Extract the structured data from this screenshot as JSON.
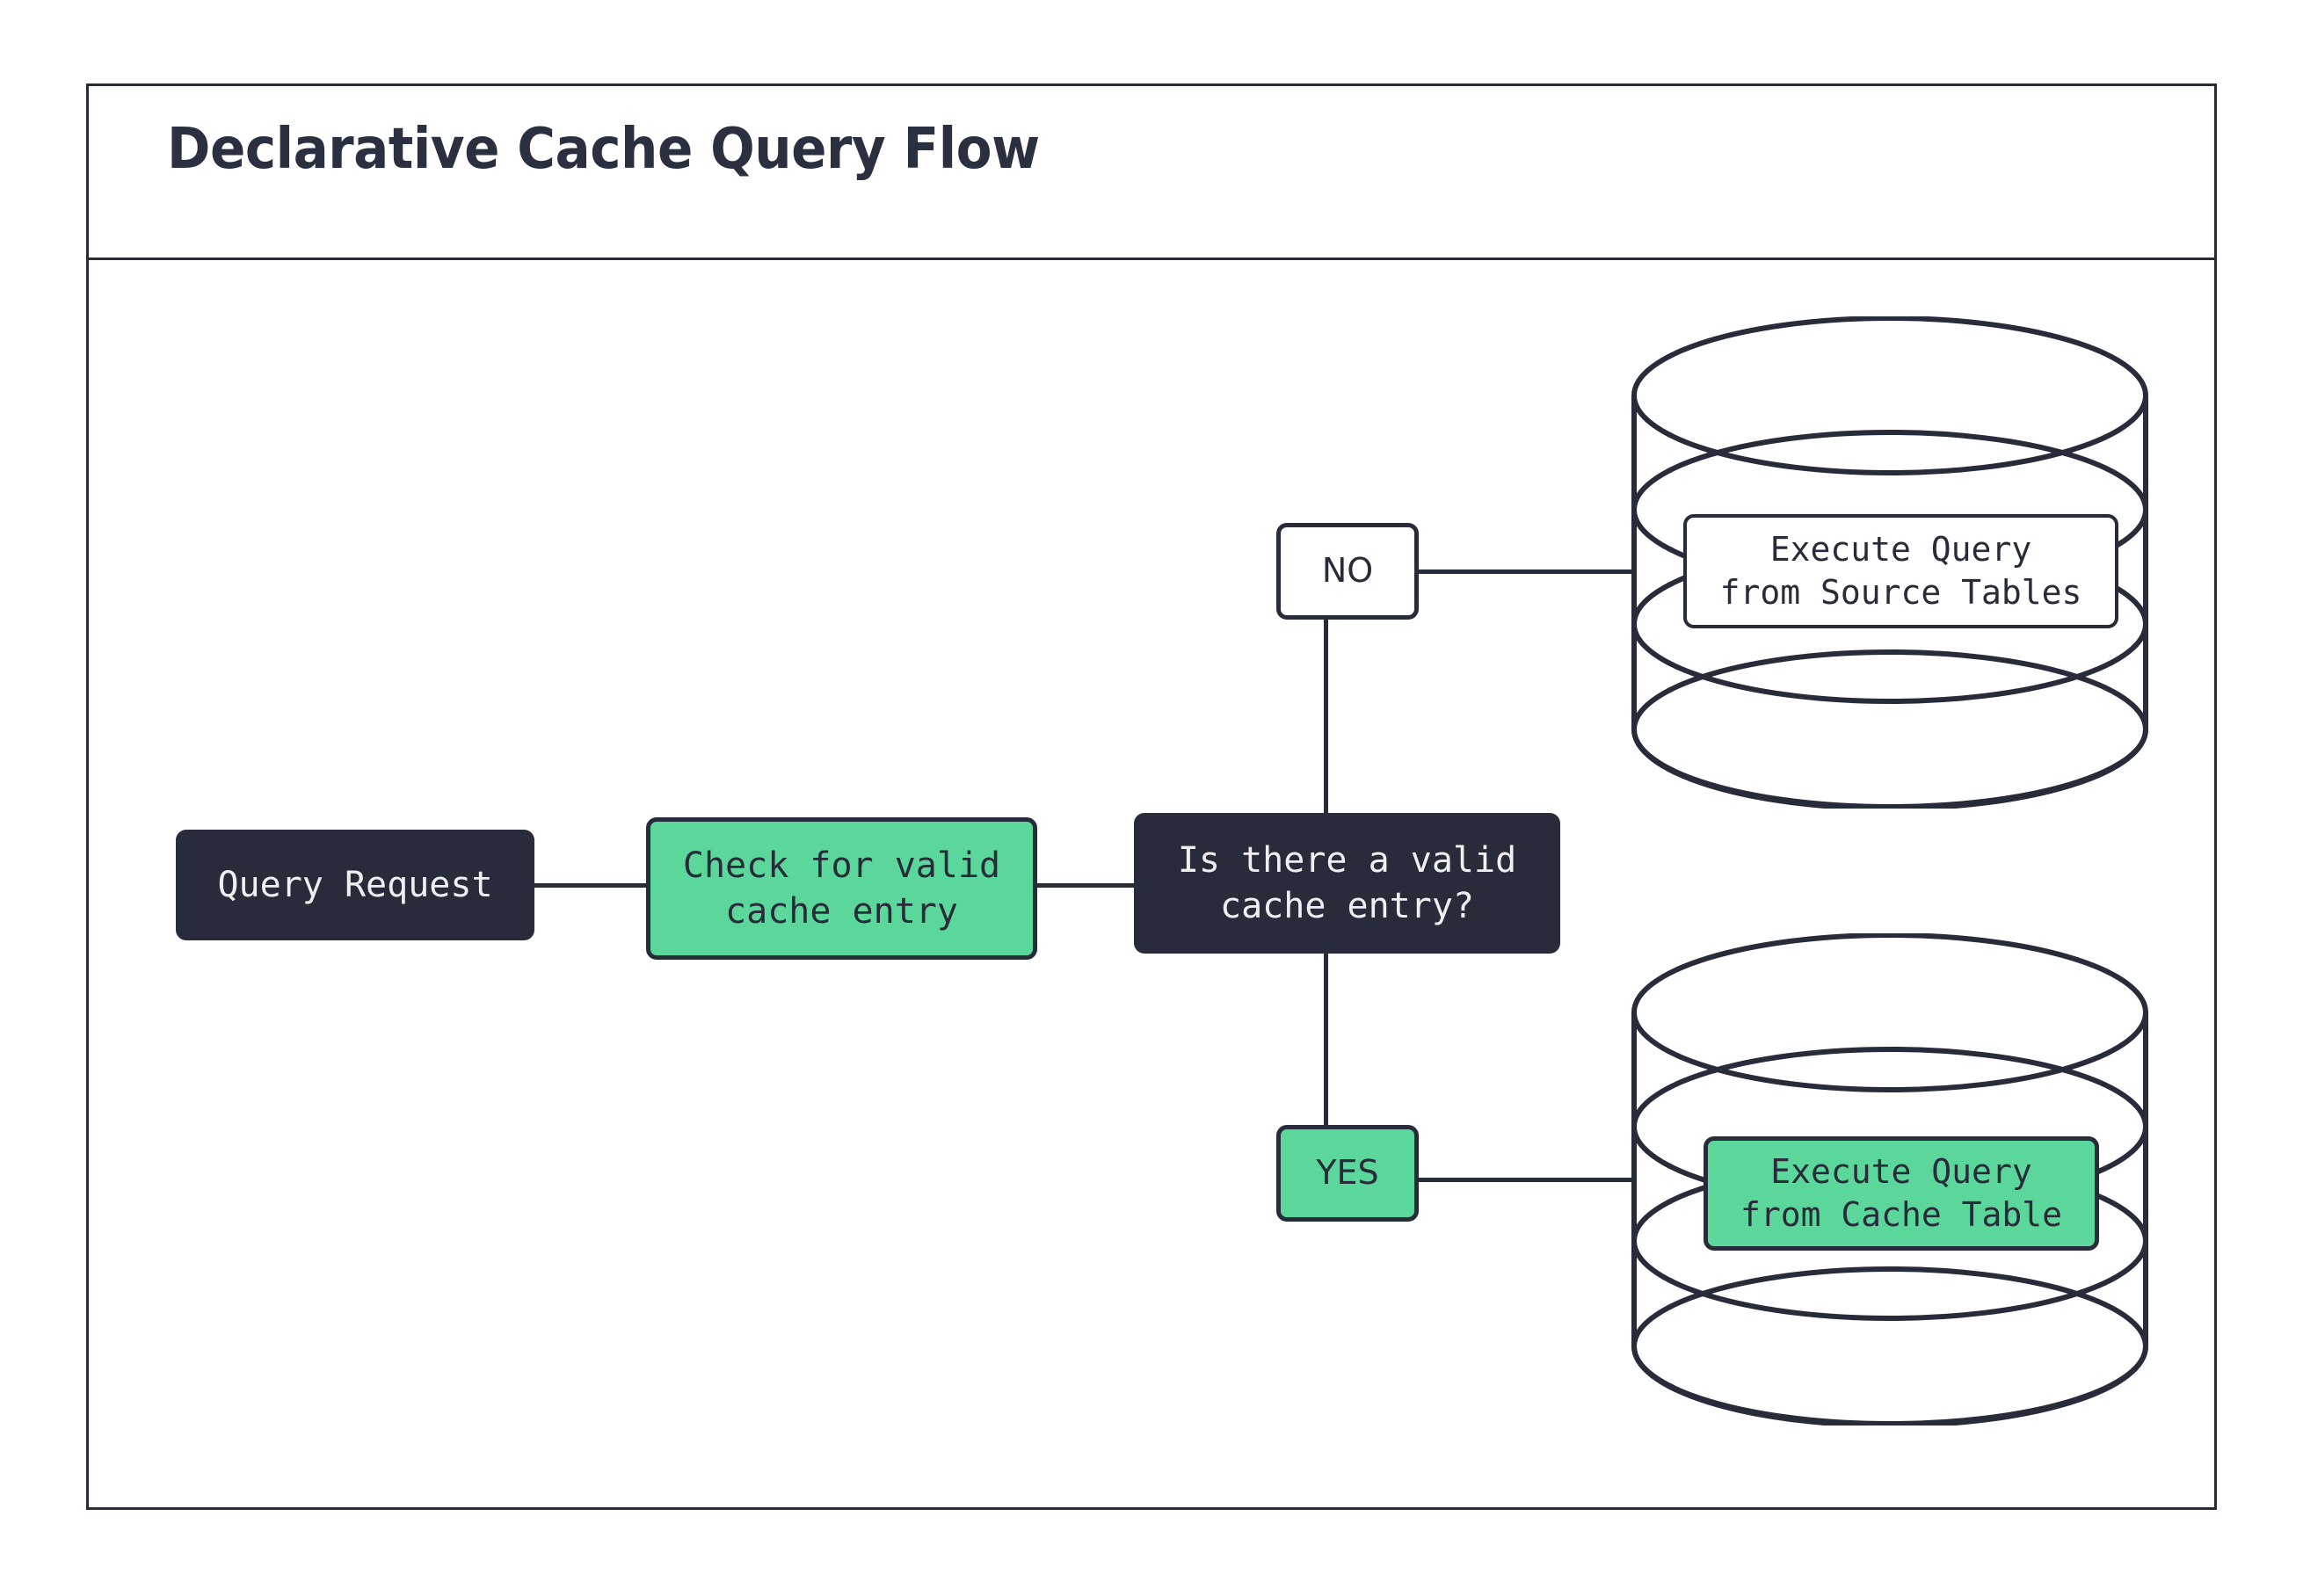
{
  "diagram": {
    "title": "Declarative Cache Query Flow",
    "type": "flowchart",
    "colors": {
      "dark": "#282C3A",
      "green": "#5CD79B",
      "white": "#FFFFFF",
      "text_light": "#EFEFF2"
    },
    "nodes": [
      {
        "id": "query-request",
        "label": "Query Request",
        "shape": "rounded-rect",
        "style": "dark"
      },
      {
        "id": "check-cache",
        "label": "Check for valid\ncache entry",
        "shape": "rounded-rect",
        "style": "green"
      },
      {
        "id": "decision",
        "label": "Is there a valid\ncache entry?",
        "shape": "rounded-rect",
        "style": "dark"
      },
      {
        "id": "label-no",
        "label": "NO",
        "shape": "rounded-rect",
        "style": "white"
      },
      {
        "id": "label-yes",
        "label": "YES",
        "shape": "rounded-rect",
        "style": "green"
      },
      {
        "id": "exec-source",
        "label": "Execute Query\nfrom Source Tables",
        "shape": "rounded-rect",
        "style": "white"
      },
      {
        "id": "exec-cache",
        "label": "Execute Query\nfrom Cache Table",
        "shape": "rounded-rect",
        "style": "green"
      },
      {
        "id": "db-source",
        "label": "",
        "shape": "cylinder",
        "style": "white"
      },
      {
        "id": "db-cache",
        "label": "",
        "shape": "cylinder",
        "style": "white"
      }
    ],
    "edges": [
      {
        "from": "query-request",
        "to": "check-cache",
        "label": ""
      },
      {
        "from": "check-cache",
        "to": "decision",
        "label": ""
      },
      {
        "from": "decision",
        "to": "label-no",
        "label": "NO"
      },
      {
        "from": "decision",
        "to": "label-yes",
        "label": "YES"
      },
      {
        "from": "label-no",
        "to": "exec-source",
        "label": ""
      },
      {
        "from": "label-yes",
        "to": "exec-cache",
        "label": ""
      }
    ]
  }
}
